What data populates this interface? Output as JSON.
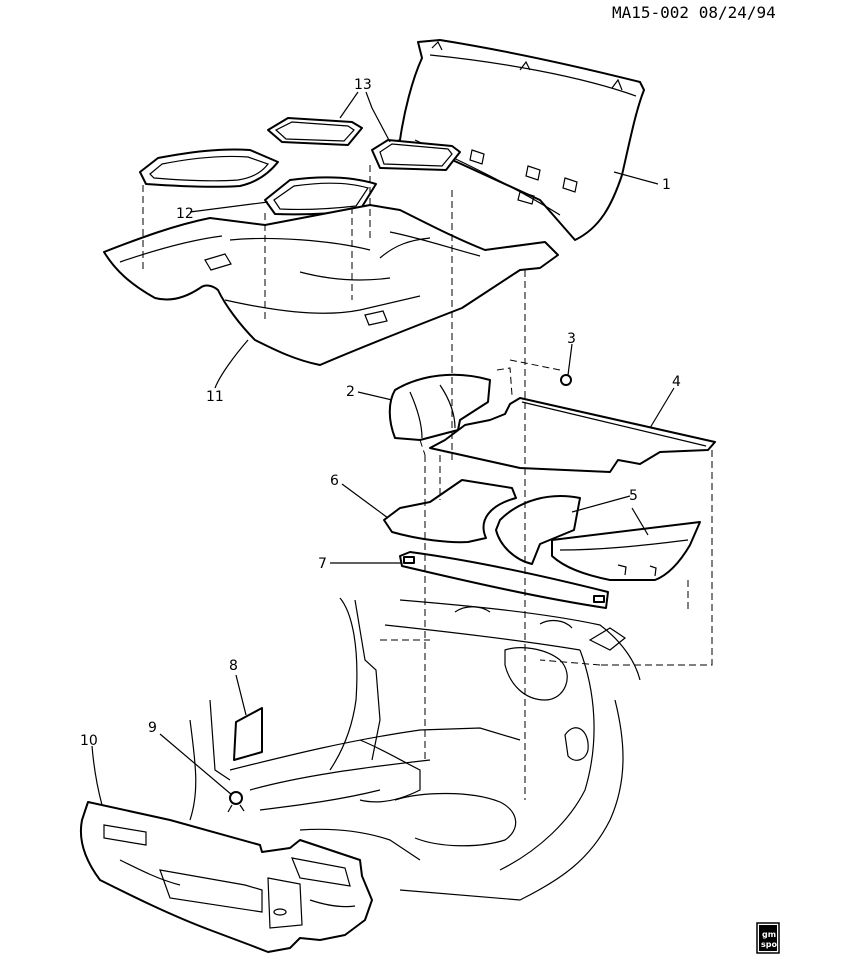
{
  "header": {
    "ref_code": "MA15-002 08/24/94"
  },
  "callouts": [
    {
      "id": "1",
      "label": "1"
    },
    {
      "id": "2",
      "label": "2"
    },
    {
      "id": "3",
      "label": "3"
    },
    {
      "id": "4",
      "label": "4"
    },
    {
      "id": "5",
      "label": "5"
    },
    {
      "id": "6",
      "label": "6"
    },
    {
      "id": "7",
      "label": "7"
    },
    {
      "id": "8",
      "label": "8"
    },
    {
      "id": "9",
      "label": "9"
    },
    {
      "id": "10",
      "label": "10"
    },
    {
      "id": "11",
      "label": "11"
    },
    {
      "id": "12",
      "label": "12"
    },
    {
      "id": "13",
      "label": "13"
    }
  ],
  "logo": {
    "icon": "gm-spo-logo",
    "line1": "gm",
    "line2": "spo"
  },
  "colors": {
    "ink": "#000000",
    "paper": "#ffffff"
  }
}
